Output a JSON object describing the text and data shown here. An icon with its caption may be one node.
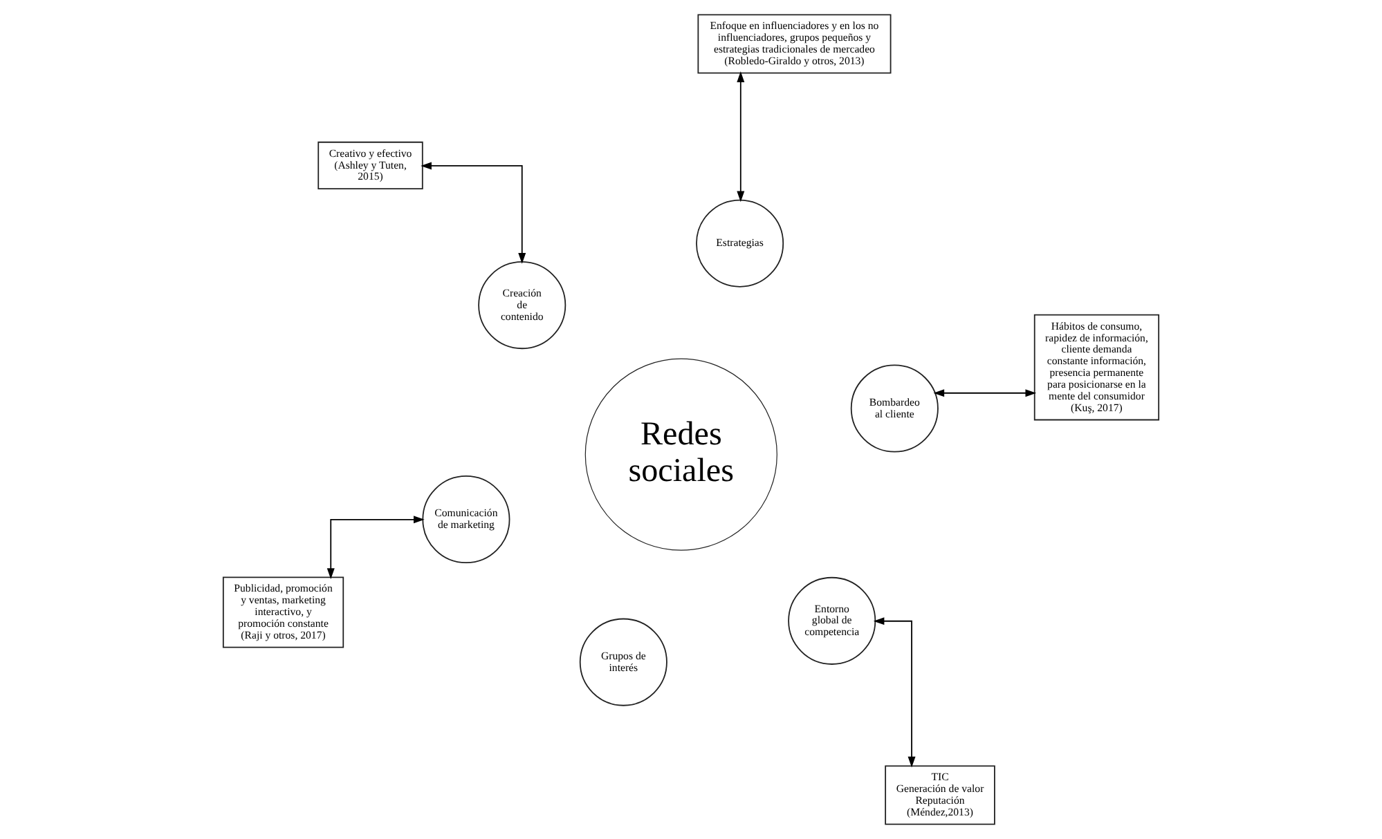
{
  "diagram": {
    "nodes": [
      {
        "text": [
          "Redes sociales"
        ]
      },
      {
        "text": [
          "Grupos de interés"
        ]
      },
      {
        "text": [
          "Comunicación de marketing"
        ]
      },
      {
        "text": [
          "Creación de contenido"
        ]
      },
      {
        "text": [
          "Estrategias"
        ]
      },
      {
        "text": [
          "Bombardeo al cliente"
        ]
      },
      {
        "text": [
          "Entorno global de competencia"
        ]
      },
      {
        "text": [
          "TIC",
          "Generación de valor",
          "Reputación",
          "(Méndez,2013)"
        ]
      },
      {
        "text": [
          "Publicidad, promoción y ventas, marketing interactivo, y promoción constante",
          "(Raji y otros, 2017)"
        ]
      },
      {
        "text": [
          "Hábitos de consumo, rapidez de información, cliente demanda constante información, presencia permanente para posicionarse en la mente del consumidor",
          "(Kuş, 2017)"
        ]
      },
      {
        "text": [
          "Creativo y efectivo",
          "(Ashley y Tuten, 2015)"
        ]
      },
      {
        "text": [
          "Enfoque en influenciadores y en los no influenciadores, grupos pequeños y estrategias tradicionales de mercadeo",
          "(Robledo-Giraldo y otros, 2013)"
        ]
      }
    ],
    "edges": [
      {
        "from": 7,
        "to": 6,
        "arrow": "both"
      },
      {
        "from": 2,
        "to": 8,
        "arrow": "both"
      },
      {
        "from": 9,
        "to": 5,
        "arrow": "both"
      },
      {
        "from": 3,
        "to": 10,
        "arrow": "both"
      },
      {
        "from": 4,
        "to": 11,
        "arrow": "both"
      }
    ]
  }
}
